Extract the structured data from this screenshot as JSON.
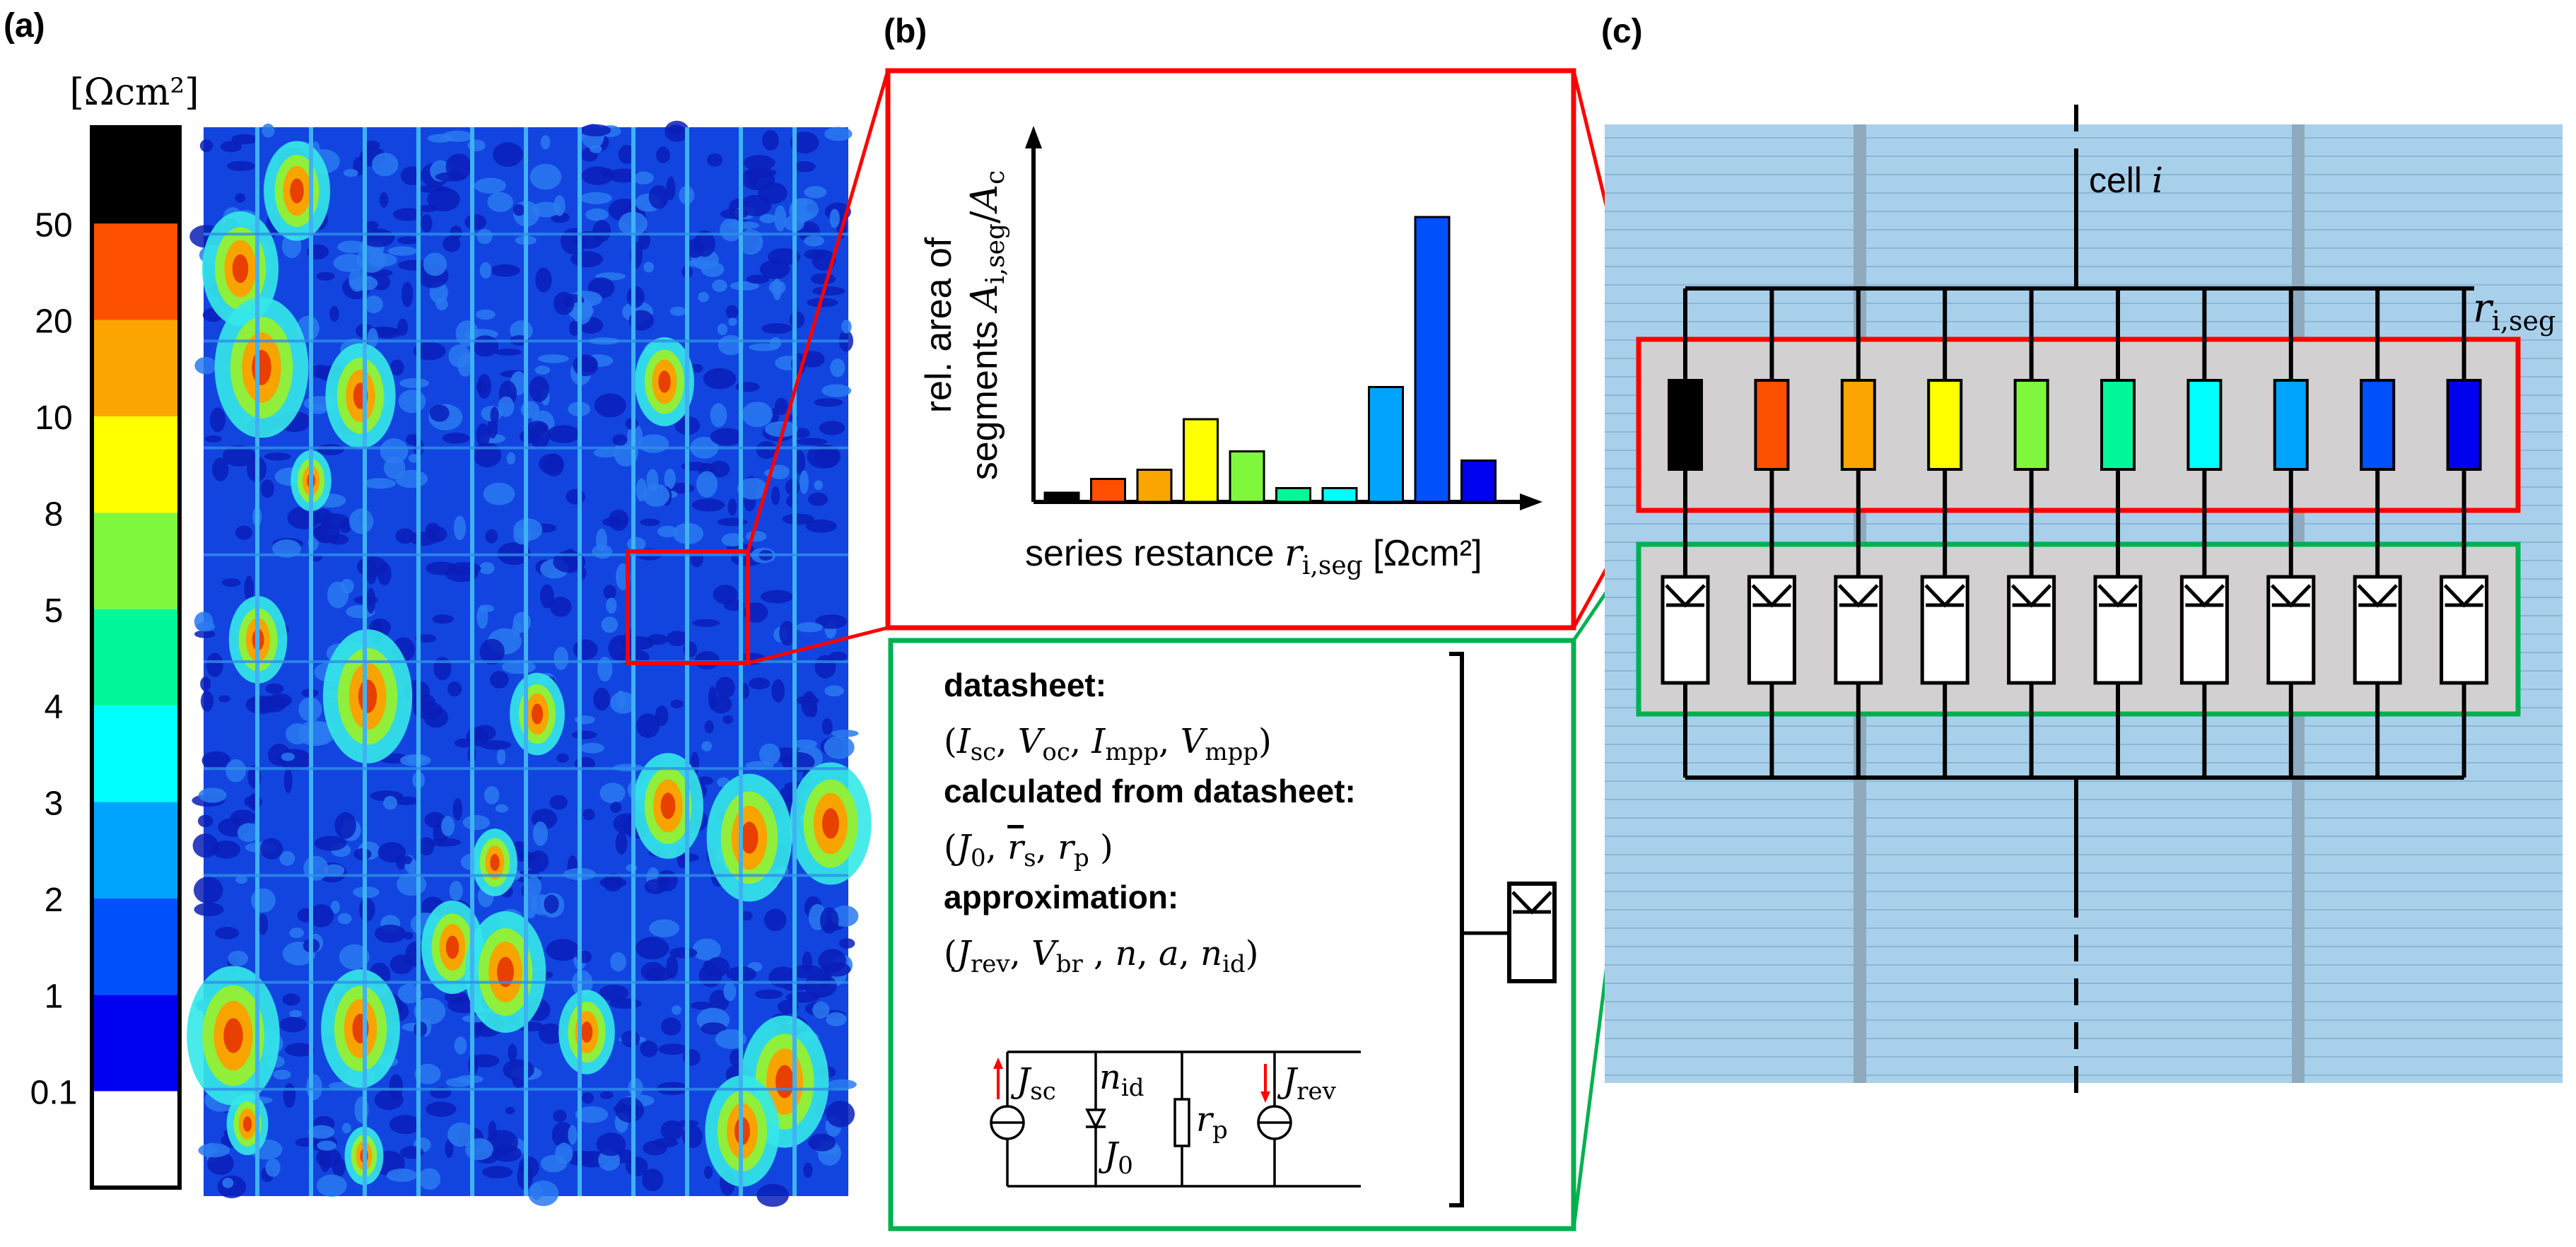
{
  "panel_labels": {
    "a": "(a)",
    "b": "(b)",
    "c": "(c)"
  },
  "colorbar": {
    "unit": "[Ωcm²]",
    "colors": [
      "#000000",
      "#fc4f00",
      "#fca400",
      "#ffff00",
      "#7ff73d",
      "#00f79a",
      "#00ffff",
      "#00a4fc",
      "#0050fc",
      "#0000f0",
      "#ffffff"
    ],
    "tick_labels": [
      "50",
      "20",
      "10",
      "8",
      "5",
      "4",
      "3",
      "2",
      "1",
      "0.1"
    ]
  },
  "chart_data": {
    "type": "bar",
    "ylabel": "rel. area of segments A_i,seg/A_c",
    "ylabel_parts": {
      "pre": "rel. area of",
      "mid": "segments ",
      "var": "A",
      "sub": "i,seg",
      "slash": "/",
      "var2": "A",
      "sub2": "c"
    },
    "xlabel": "series restance r_i,seg [Ωcm²]",
    "xlabel_parts": {
      "pre": "series restance ",
      "var": "r",
      "sub": "i,seg",
      "unit": " [Ωcm²]"
    },
    "values": [
      0.02,
      0.05,
      0.07,
      0.18,
      0.11,
      0.03,
      0.03,
      0.25,
      0.62,
      0.09
    ],
    "colors": [
      "#000000",
      "#fc4f00",
      "#fca400",
      "#ffff00",
      "#7ff73d",
      "#00f79a",
      "#00ffff",
      "#00a4fc",
      "#0050fc",
      "#0000f0"
    ],
    "ylim": [
      0,
      0.8
    ]
  },
  "params": {
    "datasheet_title": "datasheet:",
    "datasheet_line": "(I_sc, V_oc, I_mpp, V_mpp)",
    "calc_title": "calculated from datasheet:",
    "calc_line": "(J_0, r̄_s, r_p)",
    "approx_title": "approximation:",
    "approx_line": "(J_rev, V_br, n, a, n_id)"
  },
  "circuit_labels": {
    "jsc": "J",
    "jsc_sub": "sc",
    "nid": "n",
    "nid_sub": "id",
    "j0": "J",
    "j0_sub": "0",
    "rp": "r",
    "rp_sub": "p",
    "jrev": "J",
    "jrev_sub": "rev"
  },
  "panel_c": {
    "cell_label": "cell",
    "cell_var": "i",
    "r_label": "r",
    "r_sub": "i,seg",
    "resistor_colors": [
      "#000000",
      "#fc4f00",
      "#fca400",
      "#ffff00",
      "#7ff73d",
      "#00f79a",
      "#00ffff",
      "#00a4fc",
      "#0050fc",
      "#0000f0"
    ],
    "background": "#a9d0ea",
    "band_color": "#8fb3cc",
    "frame_red": "#ff0000",
    "frame_green": "#00b050"
  }
}
